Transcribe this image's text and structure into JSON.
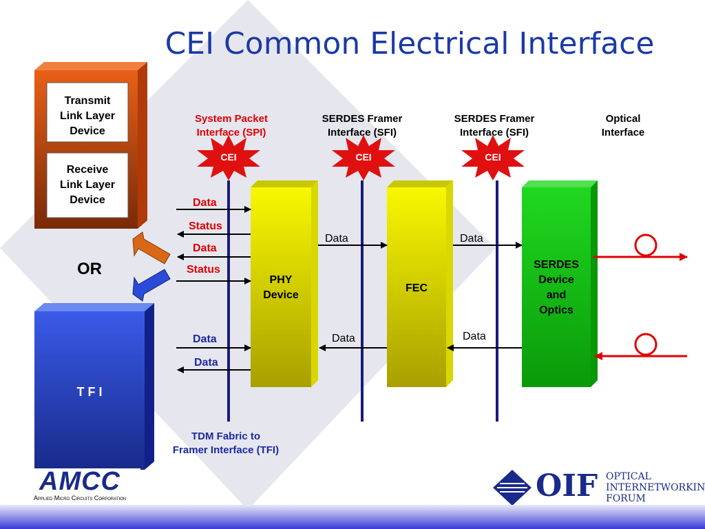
{
  "title": "CEI  Common Electrical Interface",
  "interfaces": {
    "spi": "System Packet\nInterface (SPI)",
    "sfi1": "SERDES Framer\nInterface (SFI)",
    "sfi2": "SERDES Framer\nInterface (SFI)",
    "optical": "Optical\nInterface",
    "tfi": "TDM Fabric to\nFramer Interface (TFI)"
  },
  "cei_label": "CEI",
  "blocks": {
    "transmit": "Transmit\nLink Layer\nDevice",
    "receive": "Receive\nLink Layer\nDevice",
    "or": "OR",
    "tfi": "T F I",
    "phy": "PHY\nDevice",
    "fec": "FEC",
    "serdes": "SERDES\nDevice\nand\nOptics"
  },
  "signals": {
    "s1": "Data",
    "s2": "Status",
    "s3": "Data",
    "s4": "Status",
    "s5": "Data",
    "s6": "Data",
    "phy_fec_top": "Data",
    "fec_serdes_top": "Data",
    "phy_fec_bottom": "Data",
    "fec_serdes_bottom": "Data"
  },
  "logos": {
    "amcc": "AMCC",
    "amcc_sub": "Applied Micro Circuits Corporation",
    "oif": "OIF",
    "oif_sub": "OPTICAL\nINTERNETWORKING\nFORUM"
  },
  "colors": {
    "title": "#1a3aa6",
    "red_text": "#e00000",
    "blue_text": "#1a2aa0",
    "orange_box": "#d05010",
    "blue_box": "#2a4ad8",
    "yellow_box": "#e8e800",
    "green_box": "#10c010",
    "bus_line": "#1a1a80"
  }
}
